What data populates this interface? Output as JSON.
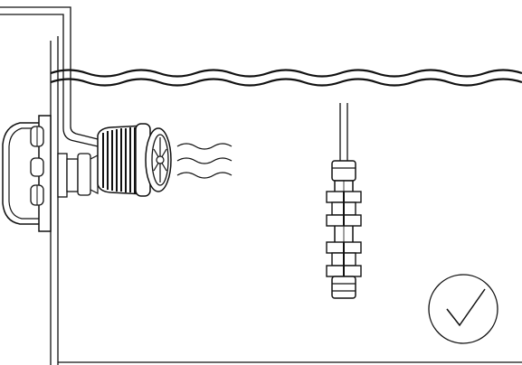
{
  "diagram": {
    "items": [
      {
        "id": "tank",
        "icon": "aquarium-tank-icon"
      },
      {
        "id": "water",
        "icon": "water-surface-icon"
      },
      {
        "id": "wavemaker",
        "icon": "wavemaker-pump-icon"
      },
      {
        "id": "magnet-mount",
        "icon": "magnet-mount-icon"
      },
      {
        "id": "bracket",
        "icon": "mounting-bracket-icon"
      },
      {
        "id": "flow",
        "icon": "water-flow-icon"
      },
      {
        "id": "sensor",
        "icon": "heater-probe-icon"
      },
      {
        "id": "check",
        "icon": "check-mark-icon"
      }
    ],
    "status": "correct-installation"
  }
}
